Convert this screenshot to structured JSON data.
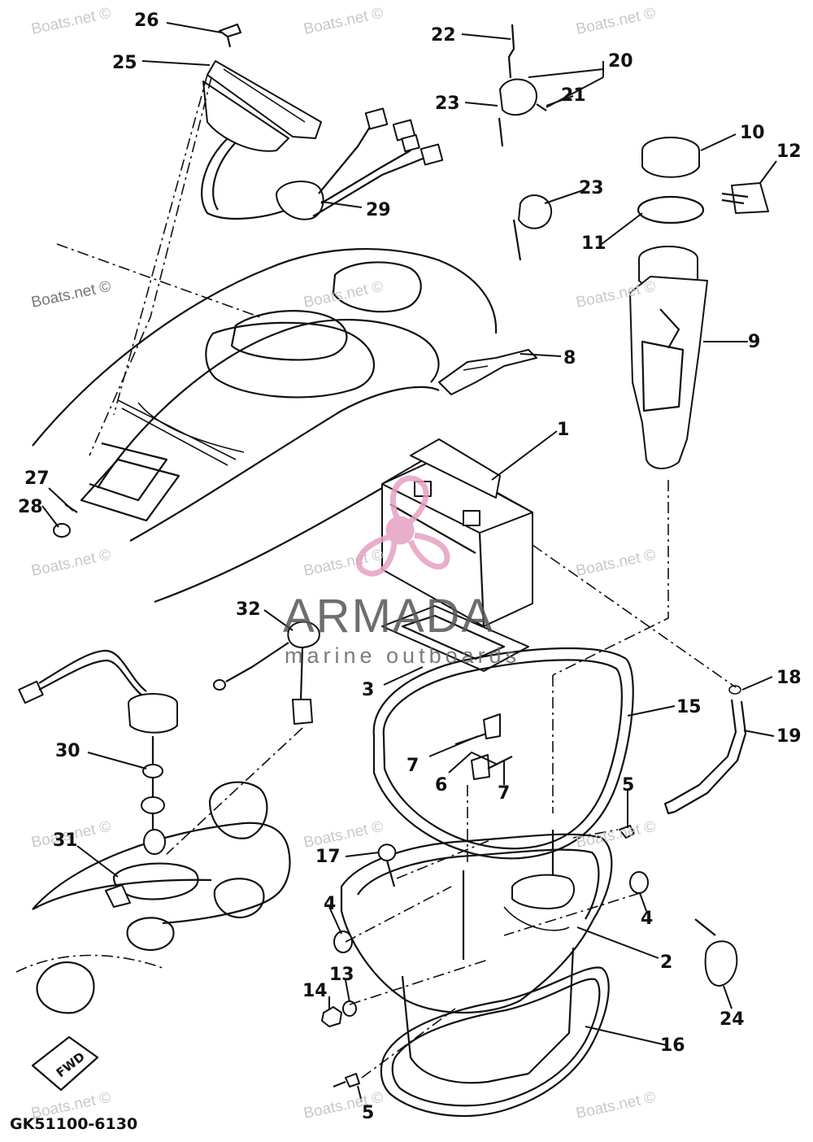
{
  "labels": {
    "p1": "1",
    "p2": "2",
    "p3": "3",
    "p4a": "4",
    "p4b": "4",
    "p5a": "5",
    "p5b": "5",
    "p6": "6",
    "p7a": "7",
    "p7b": "7",
    "p8": "8",
    "p9": "9",
    "p10": "10",
    "p11": "11",
    "p12": "12",
    "p13": "13",
    "p14": "14",
    "p15": "15",
    "p16": "16",
    "p17": "17",
    "p18": "18",
    "p19": "19",
    "p20": "20",
    "p21": "21",
    "p22": "22",
    "p23a": "23",
    "p23b": "23",
    "p24": "24",
    "p25": "25",
    "p26": "26",
    "p27": "27",
    "p28": "28",
    "p29": "29",
    "p30": "30",
    "p31": "31",
    "p32": "32"
  },
  "diagram_code": "GK51100-6130",
  "fwd_mark": "FWD",
  "watermark": {
    "text": "Boats.net ©",
    "brand": "ARMADA",
    "brand_sub": "marine outboards"
  },
  "colors": {
    "line": "#111111",
    "background": "#ffffff",
    "watermark_text": "#c8c8c8",
    "logo_pink": "#e6a0c4"
  }
}
